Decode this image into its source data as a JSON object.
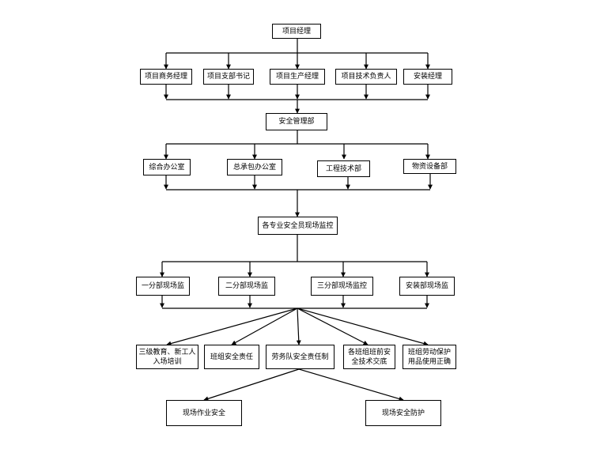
{
  "org_chart": {
    "top": "项目经理",
    "level1": [
      "项目商务经理",
      "项目支部书记",
      "项目生产经理",
      "项目技术负责人",
      "安装经理"
    ],
    "hub1": "安全管理部",
    "level2": [
      "综合办公室",
      "总承包办公室",
      "工程技术部",
      "物资设备部"
    ],
    "hub2": "各专业安全员现场监控",
    "level3": [
      "一分部现场监",
      "二分部现场监",
      "三分部现场监控",
      "安装部现场监"
    ],
    "level4": [
      "三级教育、新工人\n入场培训",
      "班组安全责任",
      "劳务队安全责任制",
      "各班组班前安\n全技术交底",
      "班组劳动保护\n用品使用正确"
    ],
    "level5": [
      "现场作业安全",
      "现场安全防护"
    ]
  }
}
